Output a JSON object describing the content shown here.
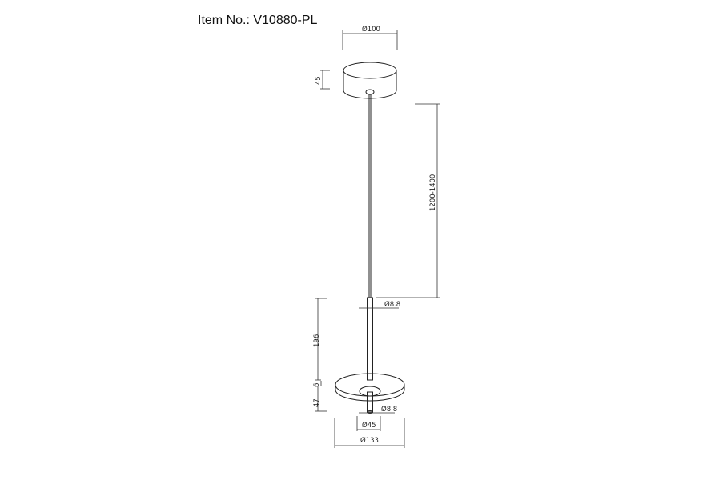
{
  "title": "Item No.: V10880-PL",
  "dimensions": {
    "canopy_diameter": "Ø100",
    "canopy_height": "45",
    "cable_length": "1200-1400",
    "rod_diameter_top": "Ø8.8",
    "rod_length": "196",
    "disc_thickness": "6",
    "lower_height": "47",
    "rod_diameter_bottom": "Ø8.8",
    "hole_diameter": "Ø45",
    "disc_diameter": "Ø133"
  }
}
